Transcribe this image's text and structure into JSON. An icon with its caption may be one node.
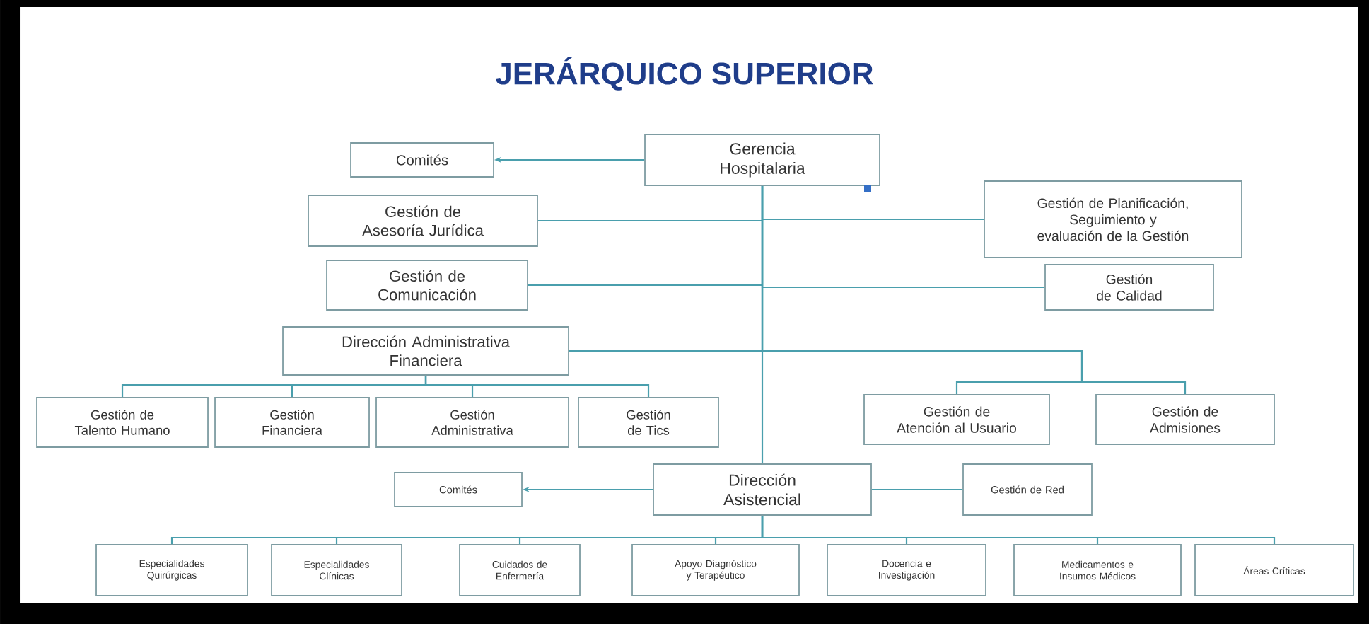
{
  "diagram": {
    "title": "JERÁRQUICO SUPERIOR",
    "nodes": [
      {
        "text": [
          "Gerencia Hospitalaria"
        ]
      },
      {
        "text": [
          "Comités"
        ]
      },
      {
        "text": [
          "Gestión de Asesoría Jurídica"
        ]
      },
      {
        "text": [
          "Gestión de Planificación, Seguimiento y evaluación de la Gestión"
        ]
      },
      {
        "text": [
          "Gestión de Comunicación"
        ]
      },
      {
        "text": [
          "Gestión de Calidad"
        ]
      },
      {
        "text": [
          "Dirección Administrativa Financiera"
        ]
      },
      {
        "text": [
          "Gestión de Talento Humano"
        ]
      },
      {
        "text": [
          "Gestión Financiera"
        ]
      },
      {
        "text": [
          "Gestión Administrativa"
        ]
      },
      {
        "text": [
          "Gestión de Tics"
        ]
      },
      {
        "text": [
          "Gestión de Atención al Usuario"
        ]
      },
      {
        "text": [
          "Gestión de Admisiones"
        ]
      },
      {
        "text": [
          "Dirección Asistencial"
        ]
      },
      {
        "text": [
          "Comités"
        ]
      },
      {
        "text": [
          "Gestión de Red"
        ]
      },
      {
        "text": [
          "Especialidades Quirúrgicas"
        ]
      },
      {
        "text": [
          "Especialidades Clínicas"
        ]
      },
      {
        "text": [
          "Cuidados de Enfermería"
        ]
      },
      {
        "text": [
          "Apoyo Diagnóstico y Terapéutico"
        ]
      },
      {
        "text": [
          "Docencia e Investigación"
        ]
      },
      {
        "text": [
          "Medicamentos e Insumos Médicos"
        ]
      },
      {
        "text": [
          "Áreas Críticas"
        ]
      }
    ],
    "edges": [
      {
        "from": 0,
        "to": 1,
        "arrow": "to"
      },
      {
        "from": 0,
        "to": 2,
        "arrow": "none"
      },
      {
        "from": 0,
        "to": 3,
        "arrow": "none"
      },
      {
        "from": 0,
        "to": 4,
        "arrow": "none"
      },
      {
        "from": 0,
        "to": 5,
        "arrow": "none"
      },
      {
        "from": 0,
        "to": 6,
        "arrow": "none"
      },
      {
        "from": 0,
        "to": 11,
        "arrow": "none"
      },
      {
        "from": 0,
        "to": 12,
        "arrow": "none"
      },
      {
        "from": 6,
        "to": 7,
        "arrow": "none"
      },
      {
        "from": 6,
        "to": 8,
        "arrow": "none"
      },
      {
        "from": 6,
        "to": 9,
        "arrow": "none"
      },
      {
        "from": 6,
        "to": 10,
        "arrow": "none"
      },
      {
        "from": 0,
        "to": 13,
        "arrow": "none"
      },
      {
        "from": 13,
        "to": 14,
        "arrow": "to"
      },
      {
        "from": 13,
        "to": 15,
        "arrow": "none"
      },
      {
        "from": 13,
        "to": 16,
        "arrow": "none"
      },
      {
        "from": 13,
        "to": 17,
        "arrow": "none"
      },
      {
        "from": 13,
        "to": 18,
        "arrow": "none"
      },
      {
        "from": 13,
        "to": 19,
        "arrow": "none"
      },
      {
        "from": 13,
        "to": 20,
        "arrow": "none"
      },
      {
        "from": 13,
        "to": 21,
        "arrow": "none"
      },
      {
        "from": 13,
        "to": 22,
        "arrow": "none"
      }
    ]
  }
}
